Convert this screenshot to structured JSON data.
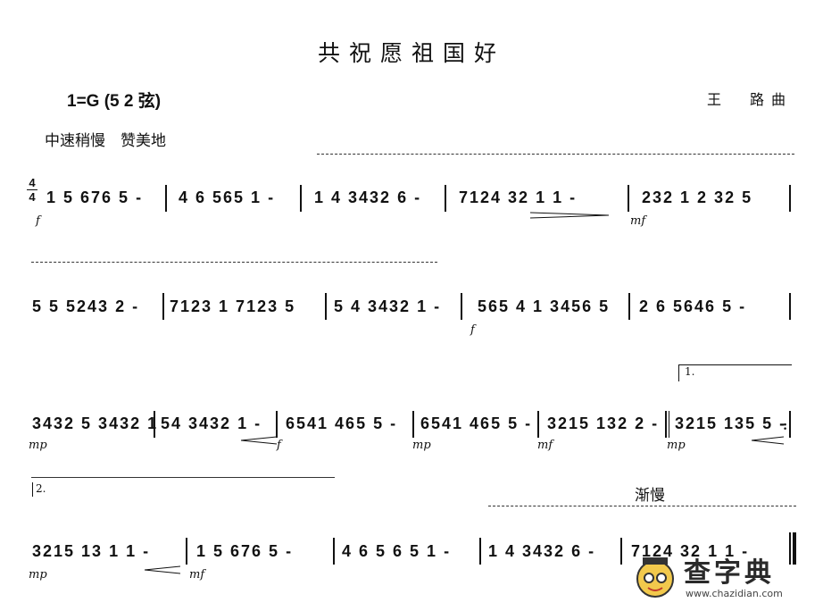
{
  "title": "共祝愿祖国好",
  "key": "1=G (5 2 弦)",
  "composer": "王　路曲",
  "tempo": "中速稍慢　赞美地",
  "tempo_change": "渐慢",
  "time_signature": {
    "top": "4",
    "bottom": "4"
  },
  "repeat_endings": {
    "first": "1.",
    "second": "2."
  },
  "rows": [
    {
      "measures": [
        "1 5 676 5 -",
        "4 6 565 1 -",
        "1 4 3432 6 -",
        "7124 32 1 1 -",
        "232 1 2 32 5"
      ],
      "dynamics": [
        {
          "text": "f",
          "at": 0
        },
        {
          "text": "mf",
          "at": 4
        }
      ]
    },
    {
      "measures": [
        "5 5 5243 2 -",
        "7123 1 7123 5",
        "5 4 3432 1 -",
        "565 4 1 3456 5",
        "2 6 5646 5 -"
      ],
      "dynamics": [
        {
          "text": "f",
          "at": 3
        }
      ]
    },
    {
      "measures": [
        "3432 5 3432 1",
        "54 3432 1 -",
        "6541 465 5 -",
        "6541 465 5 -",
        "3215 132 2 -",
        "3215 135 5 -"
      ],
      "dynamics": [
        {
          "text": "mp",
          "at": 0
        },
        {
          "text": "f",
          "at": 2
        },
        {
          "text": "mp",
          "at": 3
        },
        {
          "text": "mf",
          "at": 4
        },
        {
          "text": "mp",
          "at": 5
        }
      ]
    },
    {
      "measures": [
        "3215 13 1 1 -",
        "1 5 676 5 -",
        "4 6 5 6 5 1 -",
        "1 4 3432 6 -",
        "7124 32 1 1 -"
      ],
      "dynamics": [
        {
          "text": "mp",
          "at": 0
        },
        {
          "text": "mf",
          "at": 1
        }
      ]
    }
  ],
  "watermark": {
    "text": "查字典",
    "url": "www.chazidian.com"
  }
}
